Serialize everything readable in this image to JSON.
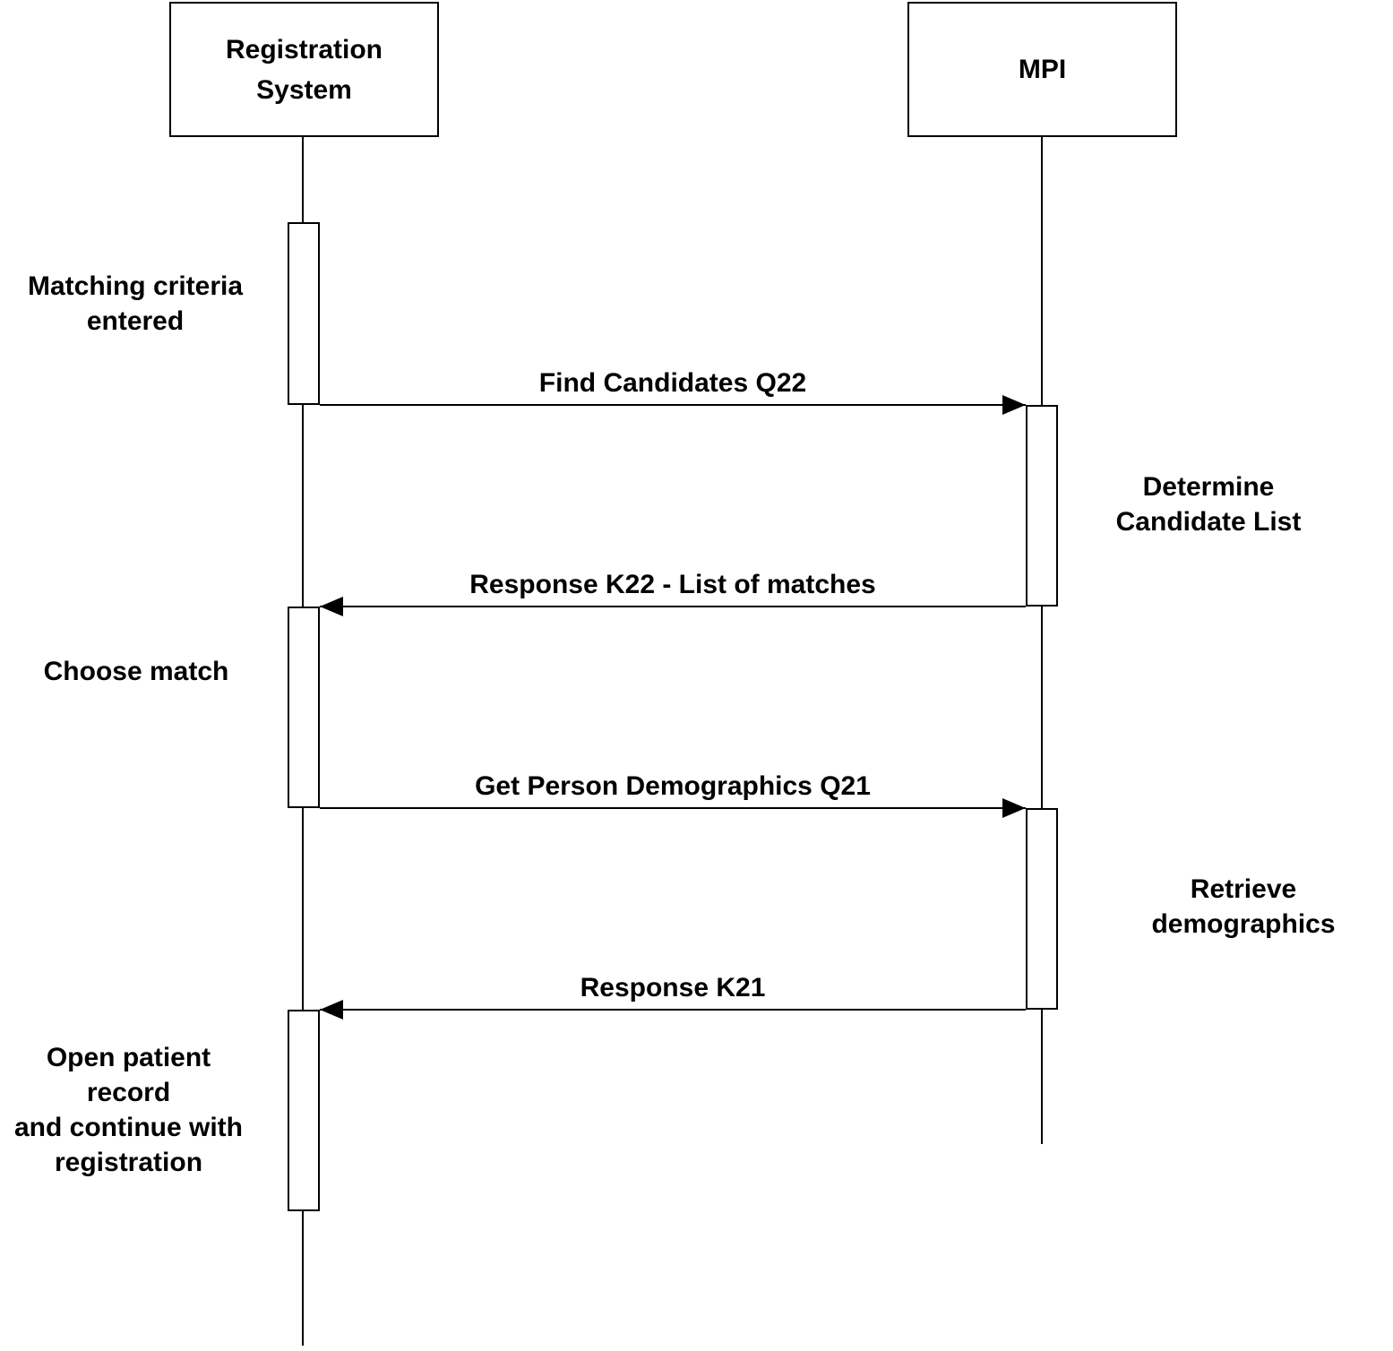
{
  "diagram": {
    "type": "uml-sequence-diagram",
    "background_color": "#ffffff",
    "line_color": "#000000",
    "text_color": "#000000",
    "actors": [
      {
        "id": "registration-system",
        "label": "Registration\nSystem"
      },
      {
        "id": "mpi",
        "label": "MPI"
      }
    ],
    "messages": [
      {
        "label": "Find Candidates Q22",
        "from": "Registration System",
        "to": "MPI",
        "direction": "right"
      },
      {
        "label": "Response K22 - List of matches",
        "from": "MPI",
        "to": "Registration System",
        "direction": "left"
      },
      {
        "label": "Get Person Demographics Q21",
        "from": "Registration System",
        "to": "MPI",
        "direction": "right"
      },
      {
        "label": "Response K21",
        "from": "MPI",
        "to": "Registration System",
        "direction": "left"
      }
    ],
    "annotations": [
      {
        "side": "left",
        "attached_to": "Registration System",
        "label": "Matching criteria\nentered"
      },
      {
        "side": "right",
        "attached_to": "MPI",
        "label": "Determine\nCandidate List"
      },
      {
        "side": "left",
        "attached_to": "Registration System",
        "label": "Choose match"
      },
      {
        "side": "right",
        "attached_to": "MPI",
        "label": "Retrieve demographics"
      },
      {
        "side": "left",
        "attached_to": "Registration System",
        "label": "Open patient record\nand continue with\nregistration"
      }
    ]
  }
}
